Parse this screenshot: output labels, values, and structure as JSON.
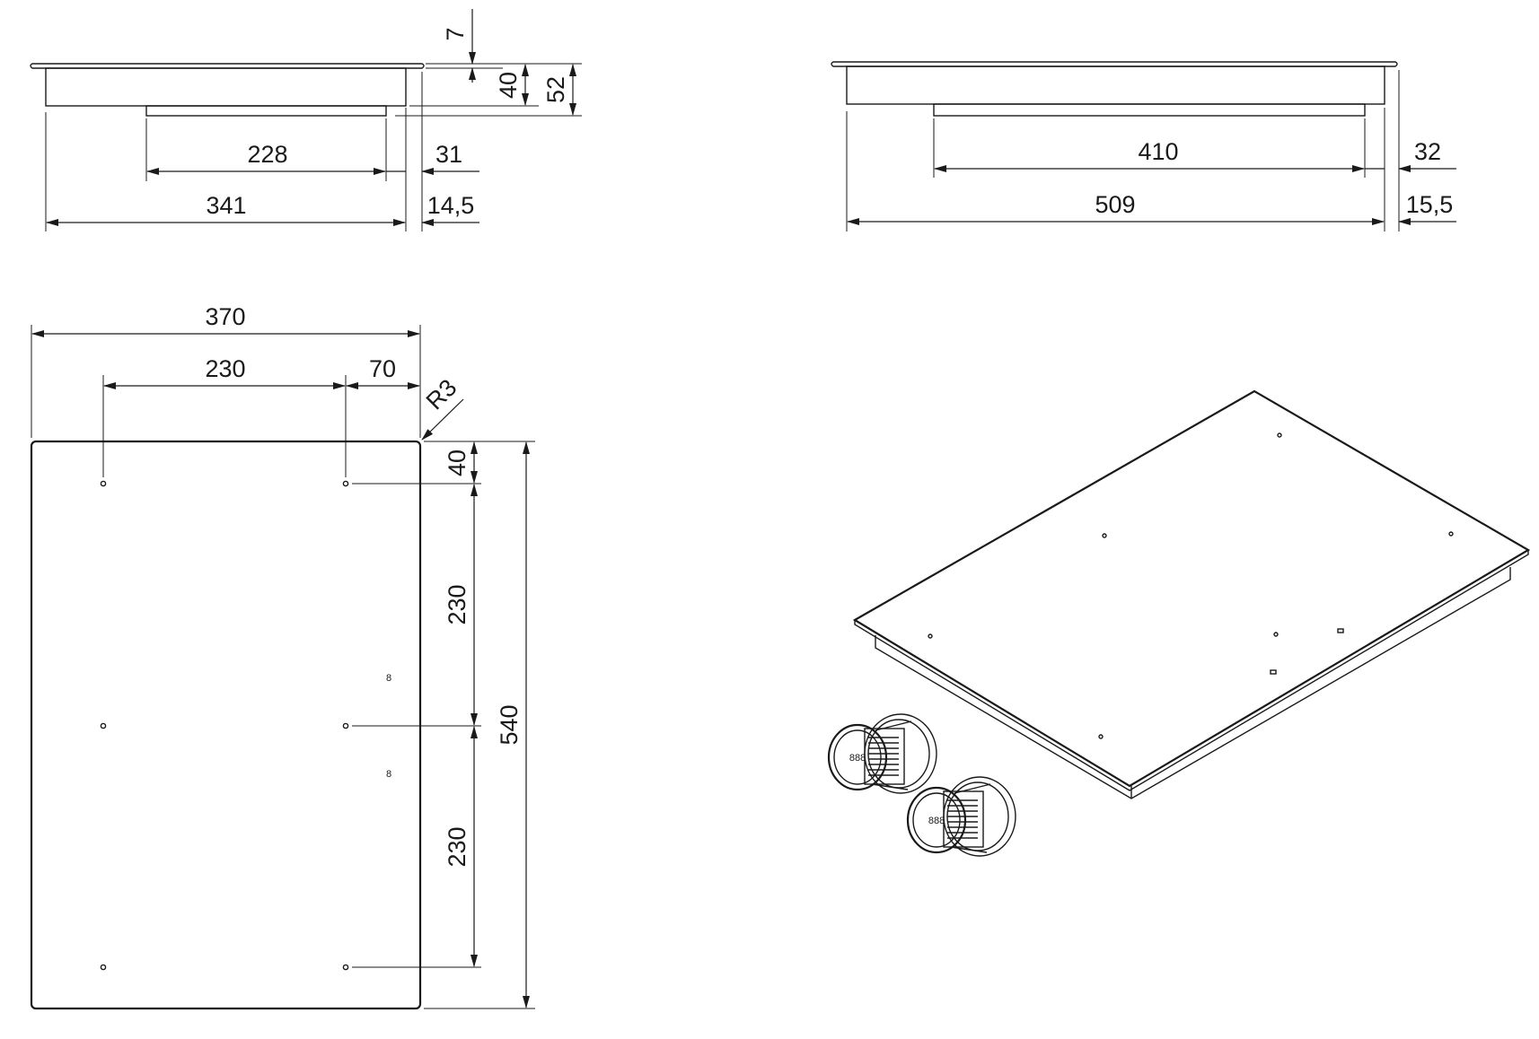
{
  "side_view_small": {
    "top_offset": "7",
    "glass_to_body": "40",
    "total_height": "52",
    "bottom_box_width": "228",
    "edge_gap": "31",
    "body_width": "341",
    "overhang": "14,5"
  },
  "side_view_large": {
    "bottom_box_width": "410",
    "edge_gap": "32",
    "body_width": "509",
    "overhang": "15,5"
  },
  "top_view": {
    "total_width": "370",
    "hole_spacing_x": "230",
    "hole_edge_x": "70",
    "corner_radius": "R3",
    "hole_edge_y": "40",
    "hole_spacing_y1": "230",
    "hole_spacing_y2": "230",
    "total_depth": "540",
    "knob_mark_1": "8",
    "knob_mark_2": "8"
  },
  "knob_display": {
    "knob_1": "888",
    "knob_2": "888"
  }
}
